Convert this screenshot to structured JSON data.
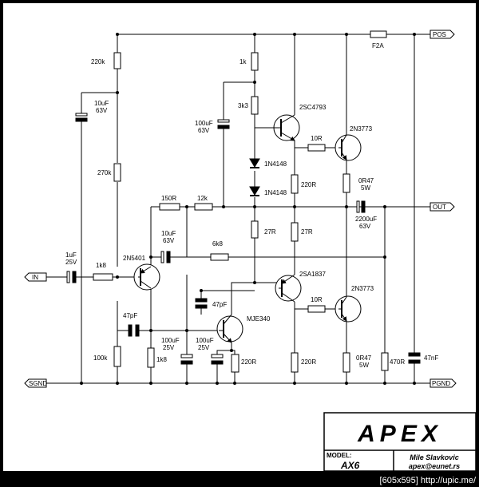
{
  "terminals": {
    "pos": "POS",
    "out": "OUT",
    "in": "IN",
    "sgnd": "SGND",
    "pgnd": "PGND"
  },
  "labels": {
    "r220k": "220k",
    "c10uf_a": "10uF",
    "c10uf_a_v": "63V",
    "r270k": "270k",
    "r1k": "1k",
    "r3k3": "3k3",
    "c100uf_top": "100uF",
    "c100uf_top_v": "63V",
    "q_2sc4793": "2SC4793",
    "r10r_top": "10R",
    "q_2n3773_top": "2N3773",
    "fuse": "F2A",
    "d1": "1N4148",
    "d2": "1N4148",
    "r220r_mid": "220R",
    "r0r47_top": "0R47",
    "r0r47_top_w": "5W",
    "r150r": "150R",
    "r12k": "12k",
    "c2200uf": "2200uF",
    "c2200uf_v": "63V",
    "c10uf_b": "10uF",
    "c10uf_b_v": "63V",
    "r6k8": "6k8",
    "r27r_a": "27R",
    "r27r_b": "27R",
    "c1uf": "1uF",
    "c1uf_v": "25V",
    "r1k8_in": "1k8",
    "q_2n5401": "2N5401",
    "q_2sa1837": "2SA1837",
    "c47pf_a": "47pF",
    "r10r_bot": "10R",
    "q_2n3773_bot": "2N3773",
    "q_mje340": "MJE340",
    "c47pf_b": "47pF",
    "r100k": "100k",
    "r1k8_b": "1k8",
    "c100uf_a": "100uF",
    "c100uf_a_v": "25V",
    "c100uf_b": "100uF",
    "c100uf_b_v": "25V",
    "r220r_a": "220R",
    "r220r_b": "220R",
    "r0r47_bot": "0R47",
    "r0r47_bot_w": "5W",
    "r470r": "470R",
    "c47nf": "47nF"
  },
  "title_block": {
    "logo": "APEX",
    "model_label": "MODEL:",
    "model": "AX6",
    "author": "Mile Slavkovic",
    "email": "apex@eunet.rs"
  },
  "watermark": "[605x595] http://upic.me/"
}
